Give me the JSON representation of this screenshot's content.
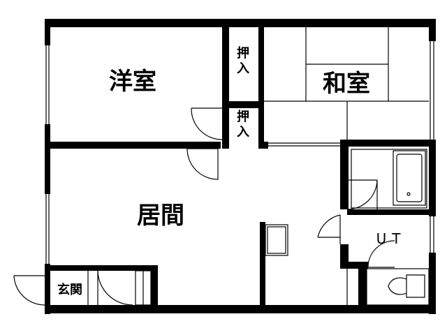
{
  "floor_plan": {
    "rooms": {
      "western_room": "洋室",
      "japanese_room": "和室",
      "living_room": "居間",
      "entrance": "玄関",
      "utility": "UT"
    },
    "closets": {
      "upper": [
        "押",
        "入"
      ],
      "lower": [
        "押",
        "入"
      ]
    },
    "colors": {
      "wall": "#000000",
      "line": "#000000",
      "background": "#ffffff"
    }
  }
}
